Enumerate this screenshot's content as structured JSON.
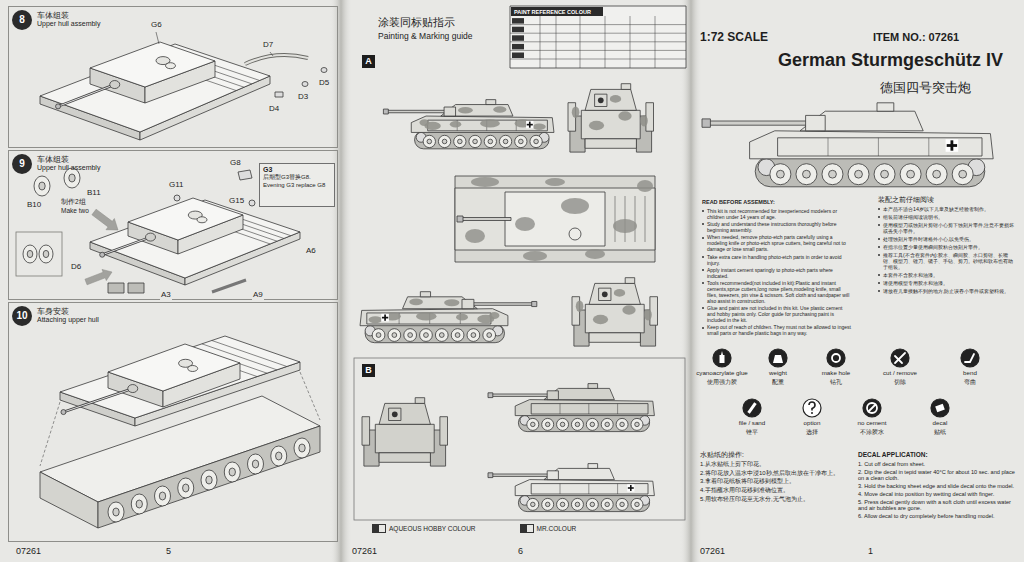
{
  "diagram": {
    "title": "German Sturmgeschütz IV",
    "nodes": [
      {
        "text": [
          "车体组装",
          "Upper hull assembly"
        ]
      },
      {
        "text": [
          "8"
        ],
        "in": 0
      },
      {
        "text": [
          "车体组装",
          "Upper hull assembly"
        ]
      },
      {
        "text": [
          "9"
        ],
        "in": 2
      },
      {
        "text": [
          "G3",
          "后期型G3替换G8.",
          "Evening G3 replace G8"
        ],
        "in": 2
      },
      {
        "text": [
          "车身安装",
          "Attaching upper hull"
        ]
      },
      {
        "text": [
          "10"
        ],
        "in": 5
      },
      {
        "text": [
          "A"
        ]
      },
      {
        "text": [
          "B"
        ]
      },
      {
        "text": [
          "PAINT REFERENCE COLOUR"
        ]
      }
    ],
    "labels": [
      "G6",
      "D7",
      "D3",
      "D5",
      "D4",
      "G8",
      "B11",
      "G11",
      "G15",
      "B10",
      "制作2组",
      "Make two",
      "A6",
      "D6",
      "A3",
      "A9",
      "07261",
      "5",
      "涂装同标贴指示",
      "Painting & Marking guide",
      "07261",
      "6",
      "1:72 SCALE",
      "ITEM NO.: 07261",
      "德国四号突击炮",
      "READ BEFORE ASSEMBLY:",
      "This kit is not recommended for inexperienced modelers or children under 14 years of age.",
      "Study and understand these instructions thoroughly before beginning assembly.",
      "When needed, remove photo-etch parts carefully using a modeling knife or photo-etch sprue cutters, being careful not to damage or lose small parts.",
      "Take extra care in handling photo-etch parts in order to avoid injury.",
      "Apply instant cement sparingly to photo-etch parts where indicated.",
      "Tools recommended(not included in kit):Plastic and instant cements,sprue cutters,long nose pliers,modeling knife, small files, tweezers, pin vise & scissors. Soft cloth and sandpaper will also assist in construction.",
      "Glue and paint are not included in this kit. Use plastic cement and hobby paints only. Color guide for purchasing paint is included in the kit.",
      "Keep out of reach of children. They must not be allowed to ingest small parts or handle plastic bags in any way.",
      "装配之前仔细阅读",
      "本产品不适合14岁以下儿童及缺乏经验者制作。",
      "组装前请仔细阅读说明书。",
      "使用模型刀或蚀刻片剪钳小心剪下蚀刻片零件,注意不要损坏或丢失小零件。",
      "处理蚀刻片零件时请格外小心,以免受伤。",
      "在指示位置少量使用瞬间胶粘合蚀刻片零件。",
      "推荐工具(不含在套件内):胶水、瞬间胶、水口剪钳、长嘴钳、模型刀、锉刀、镊子、手钻、剪刀。砂纸和软布也有助于组装。",
      "本套件不含胶水和油漆。",
      "请使用模型专用胶水和油漆。",
      "请放在儿童接触不到的地方,防止误吞小零件或套塑料袋。",
      "cyanoacrylate glue",
      "使用强力胶",
      "weight",
      "配重",
      "make hole",
      "钻孔",
      "cut / remove",
      "切除",
      "bend",
      "弯曲",
      "file / sand",
      "锉平",
      "option",
      "选择",
      "no cement",
      "不涂胶水",
      "decal",
      "贴纸",
      "DECAL APPLICATION:",
      "1. Cut off decal from sheet.",
      "2. Dip the decal in tepid water 40°C for about 10 sec. and place on a clean cloth.",
      "3. Hold the backing sheet edge and slide decal onto the model.",
      "4. Move decal into position by wetting decal with finger.",
      "5. Press decal gently down with a soft cloth until excess water and air bubbles are gone.",
      "6. Allow decal to dry completely before handling model.",
      "水贴纸的操作:",
      "1.从水贴纸上剪下印花。",
      "2.将印花放入温水中浸10秒,然后取出放在干净布上。",
      "3.拿着印花纸板将印花移到模型上。",
      "4.手指蘸水用印花移到准确位置。",
      "5.用软布轻压印花至无水分,无气泡为止。",
      "07261",
      "1"
    ],
    "legend": [
      {
        "text": "AQUEOUS HOBBY COLOUR"
      },
      {
        "text": "MR.COLOUR"
      }
    ]
  }
}
